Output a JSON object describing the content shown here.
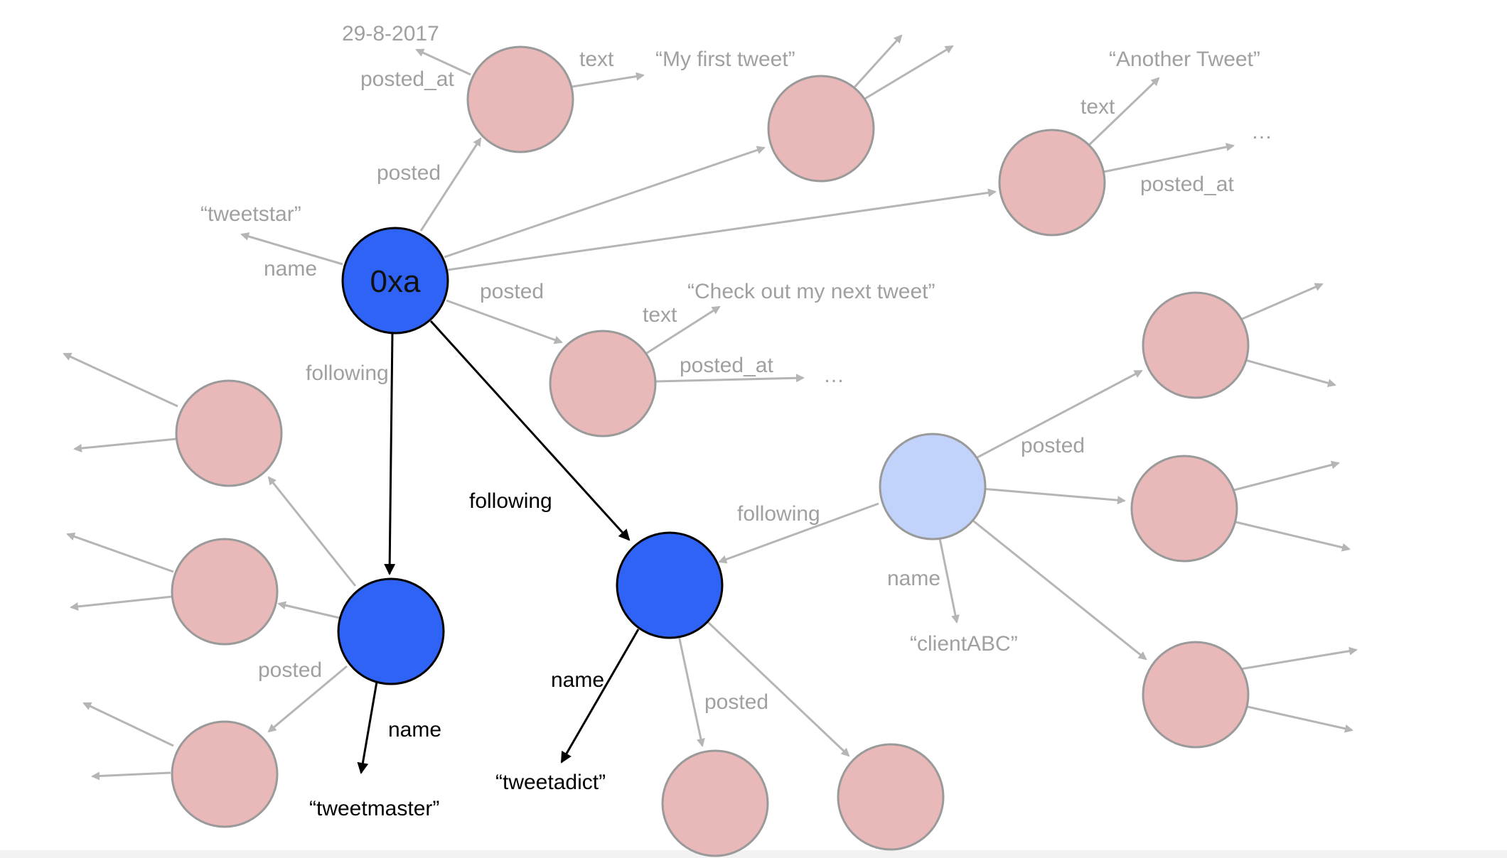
{
  "colors": {
    "focus_node_fill": "#2e63f5",
    "focus_node_stroke": "#000000",
    "secondary_node_fill": "#c2d3fb",
    "secondary_node_stroke": "#9a9a9a",
    "tweet_node_fill": "#e8b9b8",
    "tweet_node_stroke": "#9a9a9a",
    "faded_edge": "#b5b5b5",
    "faded_text": "#a0a0a0",
    "bold_edge": "#000000"
  },
  "diagram": {
    "central_node_label": "0xa",
    "edge_labels": {
      "posted": "posted",
      "text": "text",
      "posted_at": "posted_at",
      "name": "name",
      "following": "following"
    },
    "values": {
      "date": "29-8-2017",
      "tweet_1": "“My first tweet”",
      "tweet_2": "“Another Tweet”",
      "tweet_3": "“Check out my next tweet”",
      "user_0xa_name": "“tweetstar”",
      "user_master_name": "“tweetmaster”",
      "user_adict_name": "“tweetadict”",
      "user_client_name": "“clientABC”",
      "ellipsis": "…"
    }
  }
}
